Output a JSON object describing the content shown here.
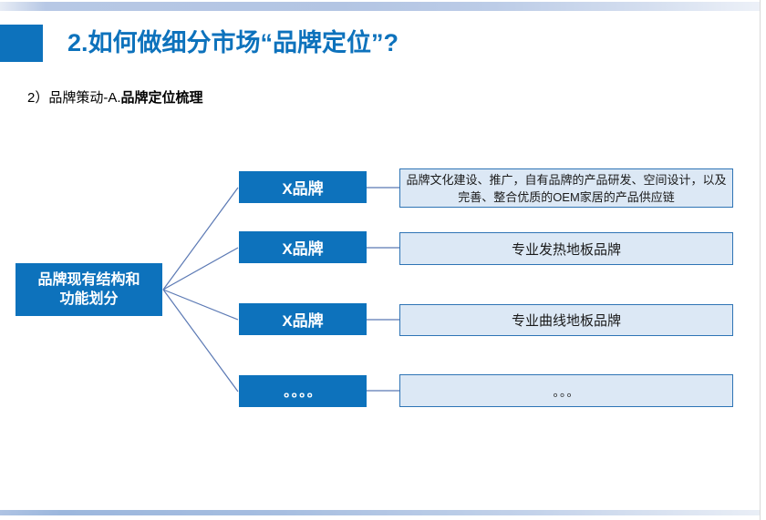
{
  "page": {
    "title": "2.如何做细分市场“品牌定位”?",
    "subtitle_prefix": "2）品牌策动-A.",
    "subtitle_bold": "品牌定位梳理"
  },
  "diagram": {
    "root_label_line1": "品牌现有结构和",
    "root_label_line2": "功能划分",
    "rows": [
      {
        "node": "X品牌",
        "desc": "品牌文化建设、推广，自有品牌的产品研发、空间设计，以及完善、整合优质的OEM家居的产品供应链"
      },
      {
        "node": "X品牌",
        "desc": "专业发热地板品牌"
      },
      {
        "node": "X品牌",
        "desc": "专业曲线地板品牌"
      },
      {
        "node": "。。。。",
        "desc": "。。。"
      }
    ]
  },
  "colors": {
    "brand_blue": "#0d72bc",
    "desc_fill": "#dce8f5",
    "desc_border": "#2e74b5",
    "connector_line": "#5b79b4",
    "top_bar": "#b3c5e3",
    "bottom_bar": "#9cb7dd"
  }
}
